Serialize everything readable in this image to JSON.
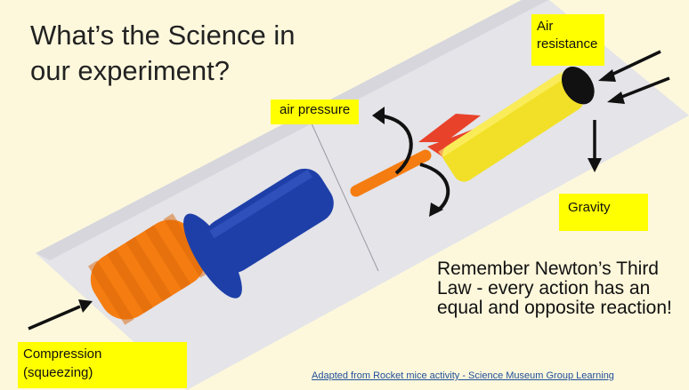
{
  "slide": {
    "title_line1": "What’s the Science in",
    "title_line2": "our experiment?",
    "labels": {
      "air_pressure": "air pressure",
      "air_resistance_line1": "Air",
      "air_resistance_line2": "resistance",
      "gravity": "Gravity",
      "compression_line1": "Compression",
      "compression_line2": "(squeezing)"
    },
    "newton_line1": "Remember Newton’s Third",
    "newton_line2": "Law - every action has an",
    "newton_line3": "equal and opposite reaction!",
    "credit": "Adapted from Rocket mice activity - Science Museum Group Learning"
  },
  "colors": {
    "background": "#fdf8dc",
    "label_highlight": "#ffff00",
    "pump_orange": "#f57c10",
    "pump_blue": "#1e3fa8",
    "rocket_yellow": "#f2e028",
    "rocket_fins": "#e8422a"
  }
}
